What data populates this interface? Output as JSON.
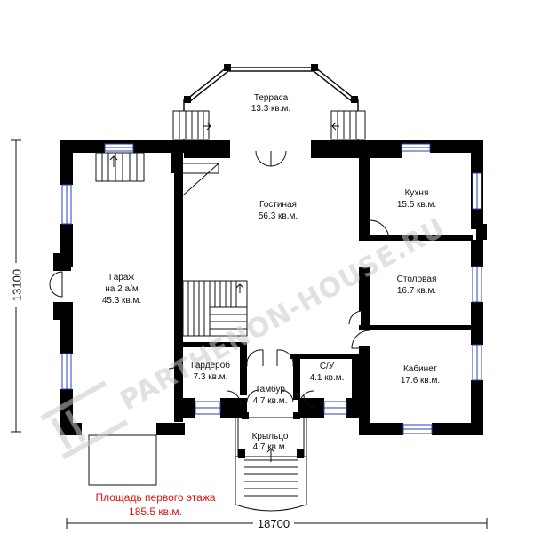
{
  "rooms": {
    "terrace": {
      "name": "Терраса",
      "area": "13.3 кв.м."
    },
    "living": {
      "name": "Гостиная",
      "area": "56.3 кв.м."
    },
    "kitchen": {
      "name": "Кухня",
      "area": "15.5 кв.м."
    },
    "dining": {
      "name": "Столовая",
      "area": "16.7 кв.м."
    },
    "garage": {
      "name": "Гараж",
      "name2": "на 2 а/м",
      "area": "45.3 кв.м."
    },
    "wardrobe": {
      "name": "Гардероб",
      "area": "7.3 кв.м."
    },
    "vestibule": {
      "name": "Тамбур",
      "area": "4.7 кв.м."
    },
    "wc": {
      "name": "С/У",
      "area": "4.1 кв.м."
    },
    "office": {
      "name": "Кабинет",
      "area": "17.6 кв.м."
    },
    "porch": {
      "name": "Крыльцо",
      "area": "4.7 кв.м."
    }
  },
  "dimensions": {
    "height": "13100",
    "width": "18700"
  },
  "total_area": {
    "line1": "Площадь первого этажа",
    "line2": "185.5 кв.м."
  },
  "watermark": "PARTHENON-HOUSE.RU",
  "colors": {
    "wall": "#000000",
    "window": "#2a3fbf",
    "area_text": "#e01010"
  }
}
